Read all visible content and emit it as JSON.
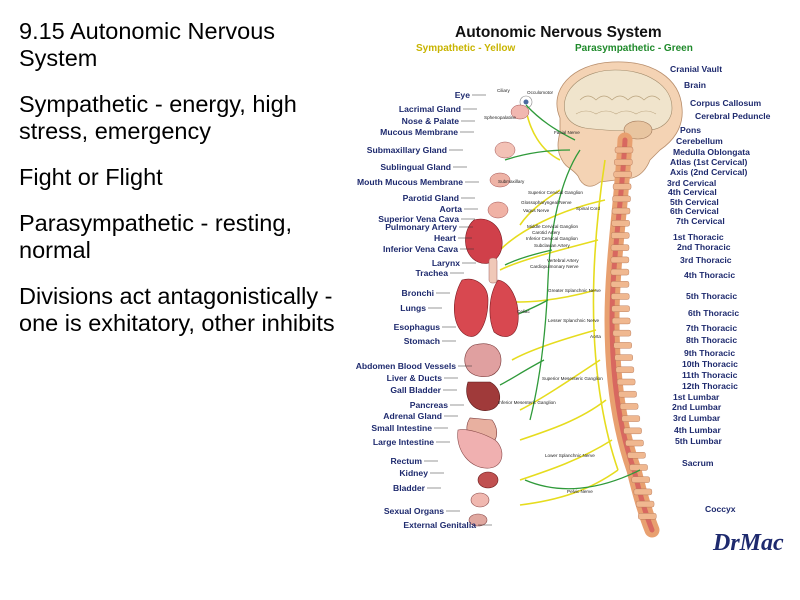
{
  "slide": {
    "title": "9.15 Autonomic Nervous System",
    "bullets": [
      "Sympathetic - energy, high stress, emergency",
      "Fight or Flight",
      "Parasympathetic - resting, normal",
      "Divisions act antagonistically - one is exhitatory, other inhibits"
    ]
  },
  "diagram": {
    "title": "Autonomic Nervous System",
    "legend_sympathetic": "Sympathetic - Yellow",
    "legend_parasympathetic": "Parasympathetic - Green",
    "colors": {
      "sympathetic": "#e6dc1e",
      "parasympathetic": "#2f9a3a",
      "label": "#1e2a6e",
      "legend_sym": "#c8b400",
      "legend_para": "#1f8a2b",
      "spine": "#e8a070"
    },
    "left_labels": [
      "Eye",
      "Lacrimal Gland",
      "Nose & Palate",
      "Mucous Membrane",
      "Submaxillary Gland",
      "Sublingual Gland",
      "Mouth Mucous Membrane",
      "Parotid Gland",
      "Aorta",
      "Superior Vena Cava",
      "Pulmonary Artery",
      "Heart",
      "Inferior Vena Cava",
      "Larynx",
      "Trachea",
      "Bronchi",
      "Lungs",
      "Esophagus",
      "Stomach",
      "Abdomen Blood Vessels",
      "Liver & Ducts",
      "Gall Bladder",
      "Pancreas",
      "Adrenal Gland",
      "Small Intestine",
      "Large Intestine",
      "Rectum",
      "Kidney",
      "Bladder",
      "Sexual Organs",
      "External Genitalia"
    ],
    "right_labels": [
      "Cranial Vault",
      "Brain",
      "Corpus Callosum",
      "Cerebral Peduncle",
      "Pons",
      "Cerebellum",
      "Medulla Oblongata",
      "Atlas (1st Cervical)",
      "Axis (2nd Cervical)",
      "3rd Cervical",
      "4th Cervical",
      "5th Cervical",
      "6th Cervical",
      "7th Cervical",
      "1st Thoracic",
      "2nd Thoracic",
      "3rd Thoracic",
      "4th Thoracic",
      "5th Thoracic",
      "6th Thoracic",
      "7th Thoracic",
      "8th Thoracic",
      "9th Thoracic",
      "10th Thoracic",
      "11th Thoracic",
      "12th Thoracic",
      "1st Lumbar",
      "2nd Lumbar",
      "3rd Lumbar",
      "4th Lumbar",
      "5th Lumbar",
      "Sacrum",
      "Coccyx"
    ],
    "small_labels": [
      "Ciliary",
      "Occulomotor",
      "Sphenopalatine",
      "Facial Nerve",
      "Submaxillary",
      "Superior Cervical Ganglion",
      "Glossopharyngeal Nerve",
      "Vagus Nerve",
      "Middle Cervical Ganglion",
      "Inferior Cervical Ganglion",
      "Cardiopulmonary Nerve",
      "Vertebral Artery",
      "Greater Splanchnic Nerve",
      "Celiac",
      "Lesser Splanchnic Nerve",
      "Aorta",
      "Superior Mesenteric Ganglion",
      "Inferior Mesenteric Ganglion",
      "Lower Splanchnic Nerve",
      "Pelvic Nerve",
      "Spinal Cord",
      "Carotid Artery",
      "Subclavian Artery"
    ],
    "signature": "DrMac"
  }
}
